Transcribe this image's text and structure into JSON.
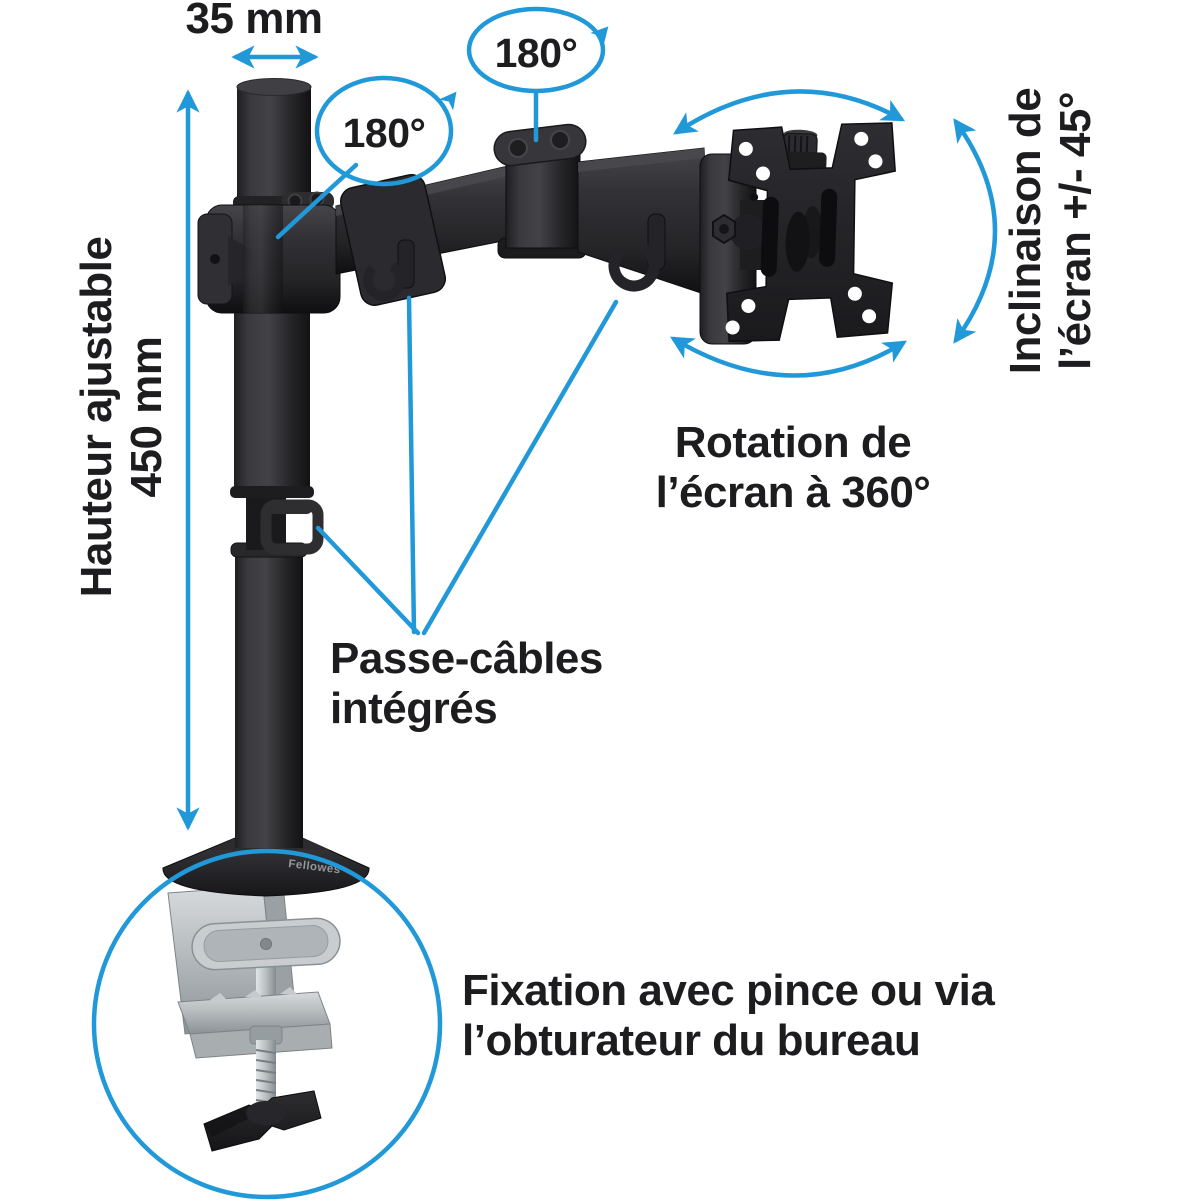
{
  "colors": {
    "accent_blue": "#2199d8",
    "text": "#1d1d1f",
    "product_dark": "#26262a",
    "clamp_silver": "#b3b8bb",
    "background": "#ffffff"
  },
  "labels": {
    "pole_diameter": "35 mm",
    "height_adjust_line1": "Hauteur ajustable",
    "height_adjust_line2": "450 mm",
    "arm_swivel_1": "180°",
    "arm_swivel_2": "180°",
    "screen_tilt_line1": "Inclinaison de",
    "screen_tilt_line2": "l’écran +/- 45°",
    "screen_rotation_line1": "Rotation de",
    "screen_rotation_line2": "l’écran à 360°",
    "cable_mgmt_line1": "Passe-câbles",
    "cable_mgmt_line2": "intégrés",
    "mounting_line1": "Fixation avec pince ou via",
    "mounting_line2": "l’obturateur du bureau",
    "brand": "Fellowes"
  }
}
